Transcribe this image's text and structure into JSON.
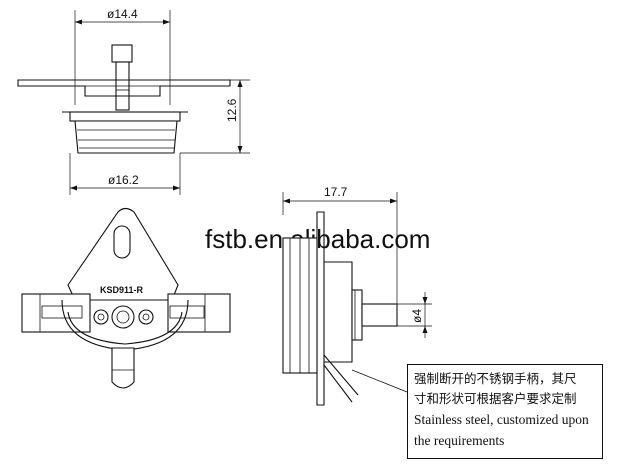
{
  "dimensions": {
    "top_width": "ø14.4",
    "height": "12.6",
    "base_width": "ø16.2",
    "side_length": "17.7",
    "pin_diameter": "ø4"
  },
  "part_label": "KSD911-R",
  "watermark": "fstb.en.alibaba.com",
  "note": {
    "cn_line1": "强制断开的不锈钢手柄，其尺",
    "cn_line2": "寸和形状可根据客户要求定制",
    "en_text": "Stainless steel, customized upon the requirements"
  }
}
